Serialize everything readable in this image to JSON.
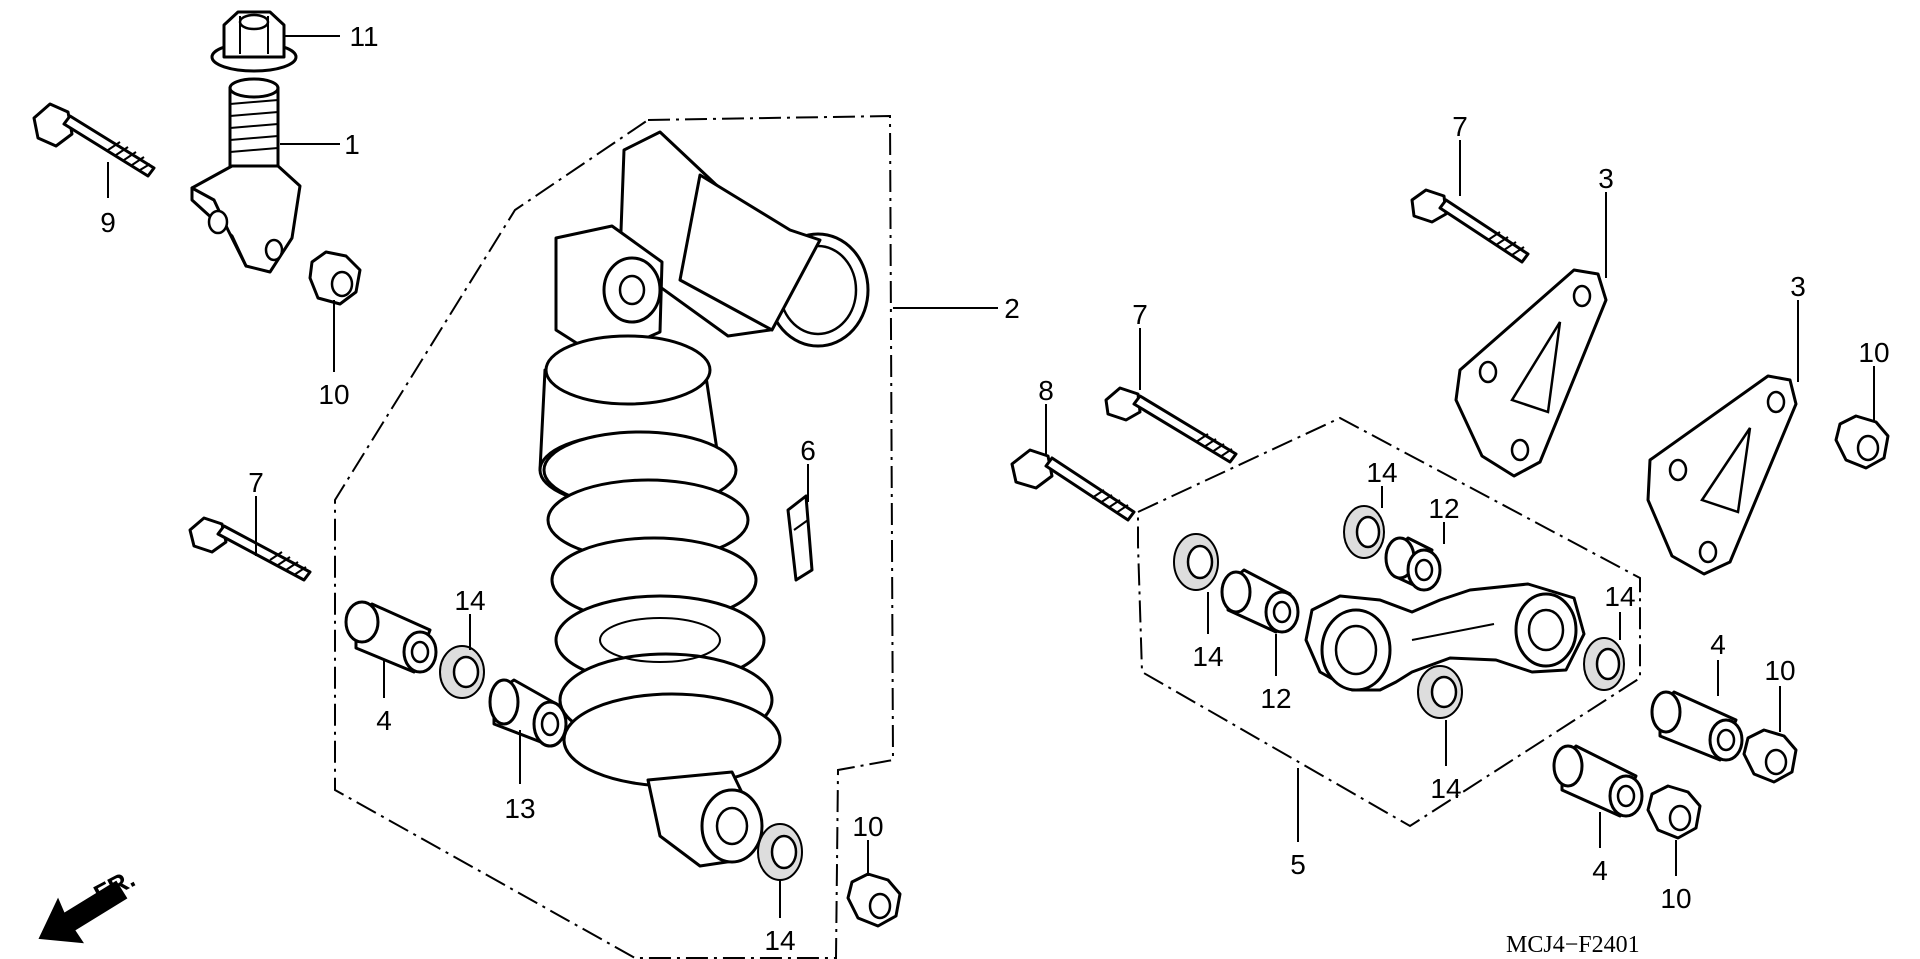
{
  "diagram": {
    "drawing_code": "MCJ4−F2401",
    "direction_label": "FR.",
    "callouts": [
      {
        "id": "c11",
        "text": "11"
      },
      {
        "id": "c1",
        "text": "1"
      },
      {
        "id": "c9",
        "text": "9"
      },
      {
        "id": "c10a",
        "text": "10"
      },
      {
        "id": "c2",
        "text": "2"
      },
      {
        "id": "c6",
        "text": "6"
      },
      {
        "id": "c7a",
        "text": "7"
      },
      {
        "id": "c14a",
        "text": "14"
      },
      {
        "id": "c4a",
        "text": "4"
      },
      {
        "id": "c13",
        "text": "13"
      },
      {
        "id": "c10b",
        "text": "10"
      },
      {
        "id": "c14b",
        "text": "14"
      },
      {
        "id": "c7b",
        "text": "7"
      },
      {
        "id": "c3a",
        "text": "3"
      },
      {
        "id": "c7c",
        "text": "7"
      },
      {
        "id": "c8",
        "text": "8"
      },
      {
        "id": "c3b",
        "text": "3"
      },
      {
        "id": "c10c",
        "text": "10"
      },
      {
        "id": "c14c",
        "text": "14"
      },
      {
        "id": "c12a",
        "text": "12"
      },
      {
        "id": "c14d",
        "text": "14"
      },
      {
        "id": "c12b",
        "text": "12"
      },
      {
        "id": "c14e",
        "text": "14"
      },
      {
        "id": "c14f",
        "text": "14"
      },
      {
        "id": "c4b",
        "text": "4"
      },
      {
        "id": "c10d",
        "text": "10"
      },
      {
        "id": "c5",
        "text": "5"
      },
      {
        "id": "c4c",
        "text": "4"
      },
      {
        "id": "c10e",
        "text": "10"
      }
    ]
  }
}
